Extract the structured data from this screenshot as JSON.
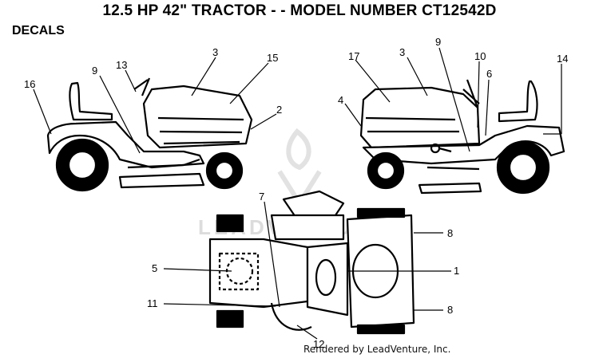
{
  "title": "12.5 HP 42\" TRACTOR - - MODEL NUMBER CT12542D",
  "section": "DECALS",
  "watermark": "LEADVENTURE",
  "credit": "Rendered by LeadVenture, Inc.",
  "callouts": {
    "left": [
      "16",
      "9",
      "13",
      "3",
      "15",
      "2"
    ],
    "right": [
      "17",
      "3",
      "9",
      "10",
      "6",
      "14",
      "4"
    ],
    "top": [
      "7",
      "8",
      "5",
      "1",
      "11",
      "8",
      "12"
    ]
  }
}
